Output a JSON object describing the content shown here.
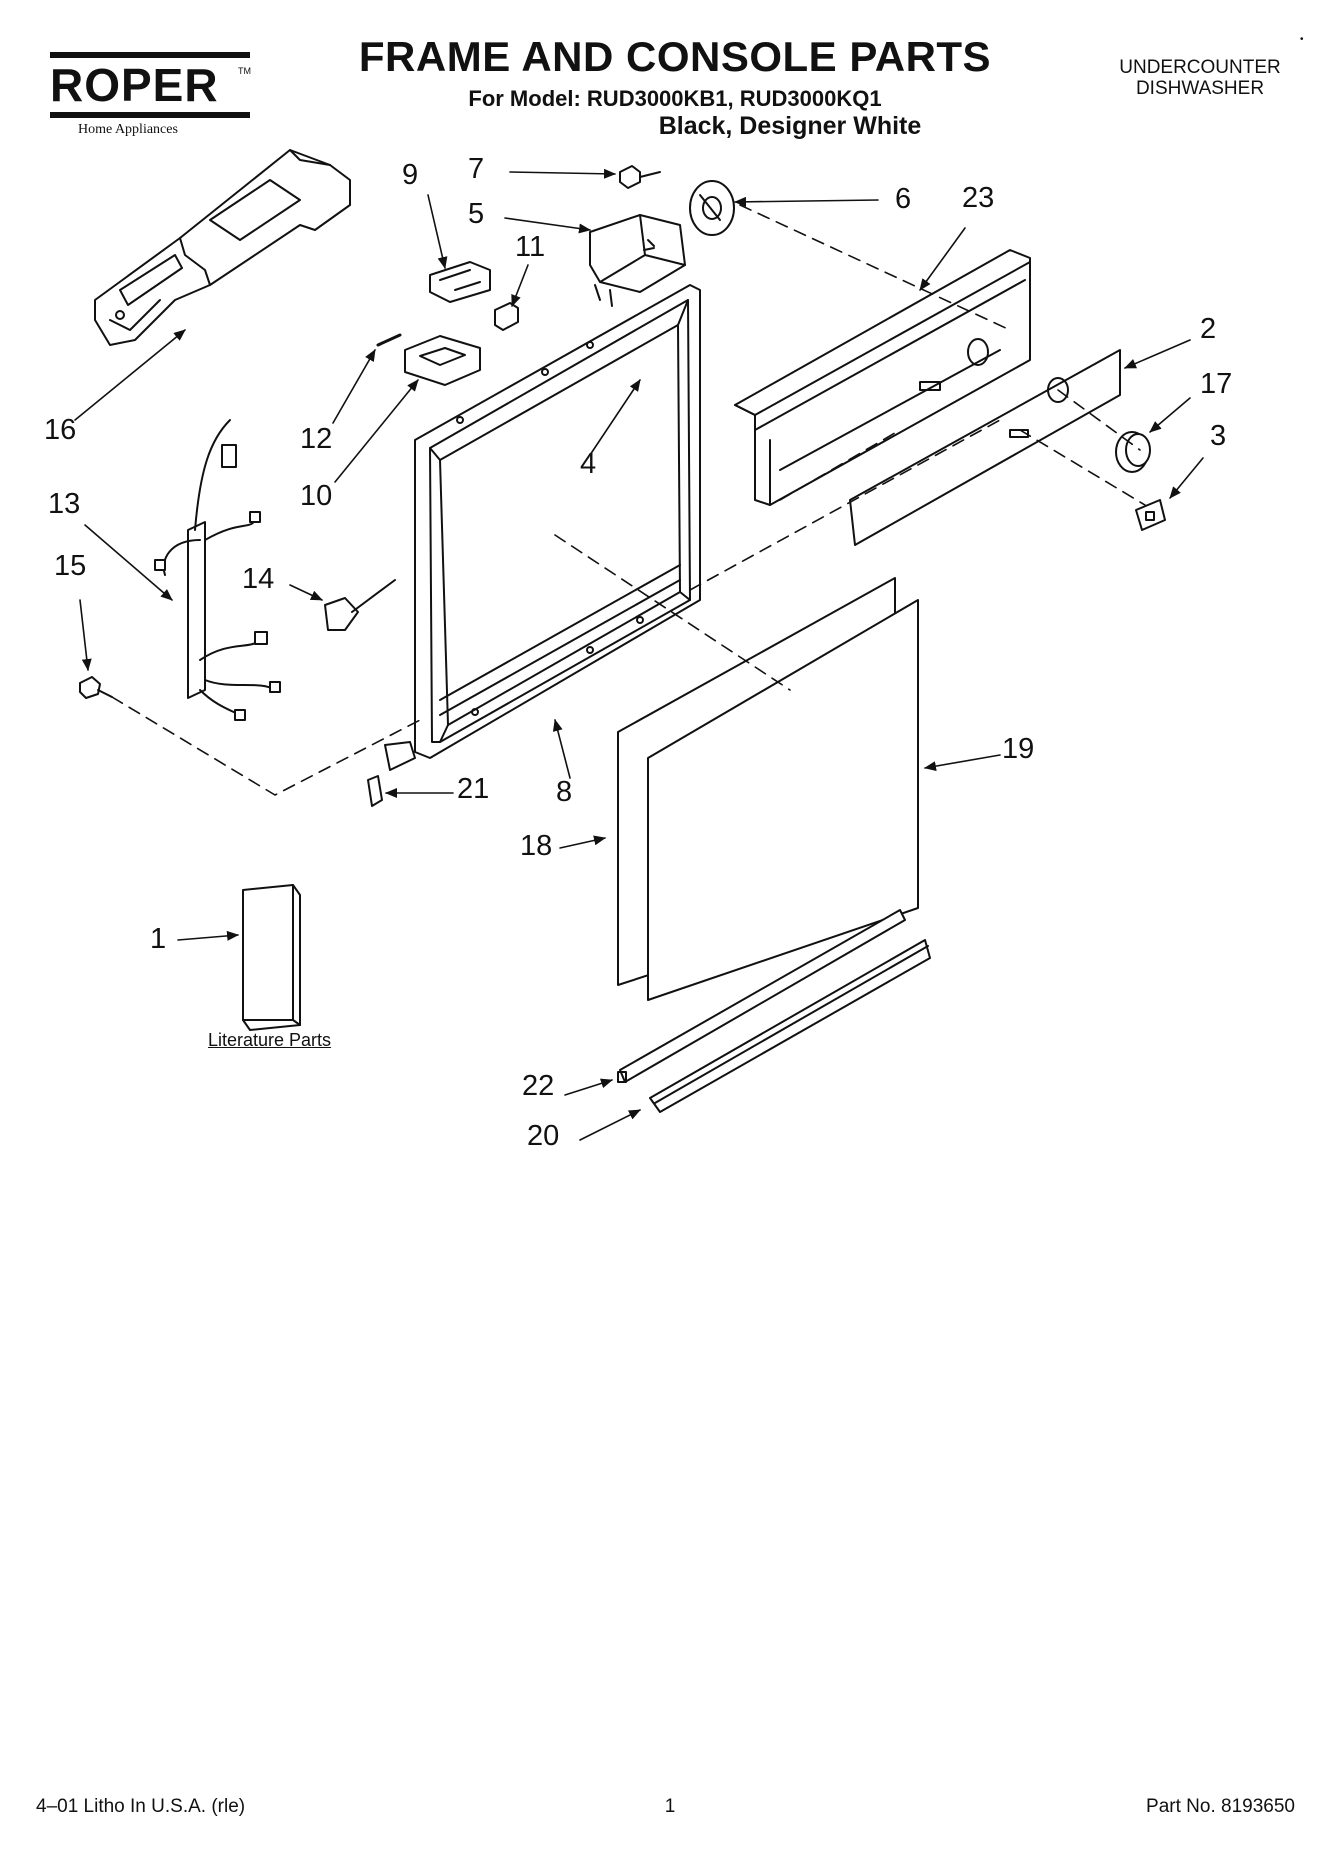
{
  "brand": {
    "name": "ROPER",
    "trademark": "TM",
    "tagline": "Home Appliances"
  },
  "header": {
    "title": "FRAME AND CONSOLE PARTS",
    "model_line": "For Model: RUD3000KB1, RUD3000KQ1",
    "color_line": "Black, Designer White",
    "category_line1": "UNDERCOUNTER",
    "category_line2": "DISHWASHER"
  },
  "parts": {
    "p1": "1",
    "p2": "2",
    "p3": "3",
    "p4": "4",
    "p5": "5",
    "p6": "6",
    "p7": "7",
    "p8": "8",
    "p9": "9",
    "p10": "10",
    "p11": "11",
    "p12": "12",
    "p13": "13",
    "p14": "14",
    "p15": "15",
    "p16": "16",
    "p17": "17",
    "p18": "18",
    "p19": "19",
    "p20": "20",
    "p21": "21",
    "p22": "22",
    "p23": "23"
  },
  "literature_label": "Literature Parts",
  "footer": {
    "left": "4–01 Litho In U.S.A. (rle)",
    "page": "1",
    "part_no": "Part No. 8193650"
  }
}
